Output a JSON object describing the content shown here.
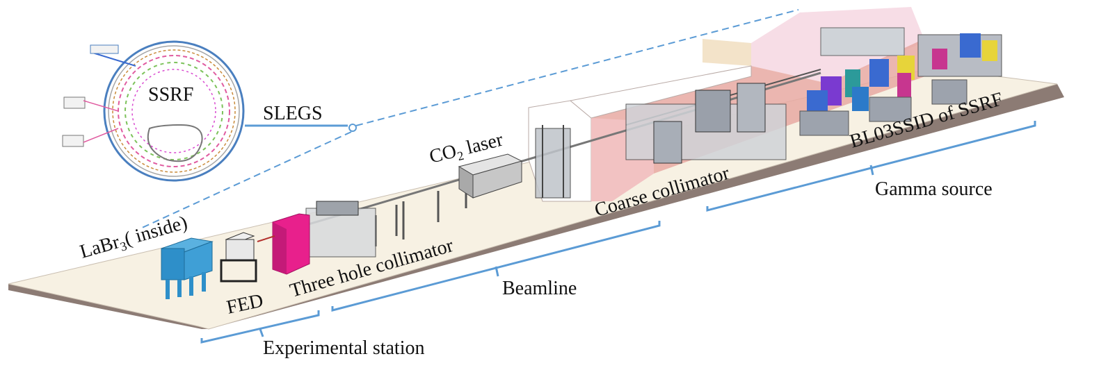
{
  "labels": {
    "ssrf": "SSRF",
    "slegs": "SLEGS",
    "co2_main": "CO",
    "co2_sub": "2",
    "co2_rest": " laser",
    "labr3_main": "LaBr",
    "labr3_sub": "3",
    "labr3_rest": "( inside)",
    "fed": "FED",
    "three_hole": "Three hole collimator",
    "beamline": "Beamline",
    "coarse": "Coarse collimator",
    "bl03": "BL03SSID of SSRF",
    "gamma": "Gamma source",
    "experimental": "Experimental station"
  },
  "colors": {
    "bracket_blue": "#5b9bd5",
    "floor": "#f7f1e3",
    "floor_edge": "#8c7b74",
    "wall_pink": "#e8a9a2",
    "wall_light": "#f7dde6",
    "detector_blue": "#2e8fc9",
    "magenta": "#e8208c"
  }
}
